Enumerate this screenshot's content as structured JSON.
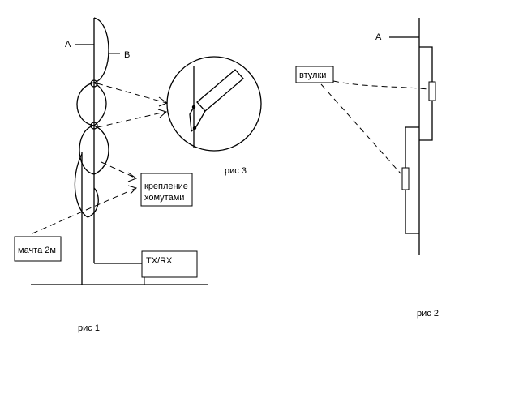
{
  "labels": {
    "a_left": "A",
    "b_left": "B",
    "a_right": "A",
    "fig1": "рис 1",
    "fig2": "рис 2",
    "fig3": "рис 3",
    "mast": "мачта 2м",
    "txrx": "TX/RX",
    "clamp_line1": "крепление",
    "clamp_line2": "хомутами",
    "bushings": "втулки"
  }
}
